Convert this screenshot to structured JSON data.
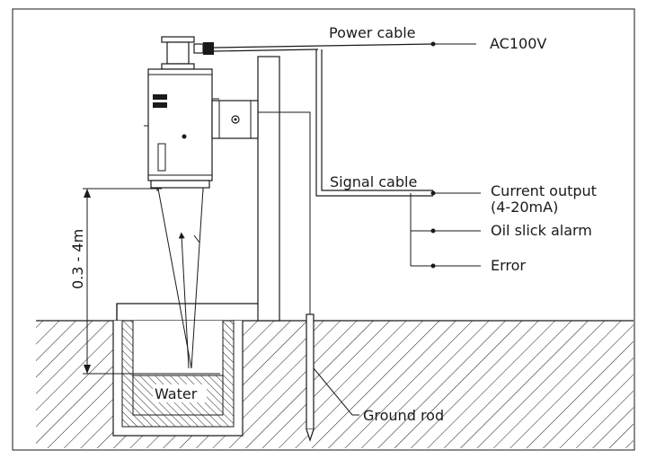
{
  "labels": {
    "power_cable": "Power cable",
    "ac": "AC100V",
    "signal_cable": "Signal cable",
    "current_output_line1": "Current output",
    "current_output_line2": "(4-20mA)",
    "oil_alarm": "Oil slick alarm",
    "error": "Error",
    "distance": "0.3 - 4m",
    "water": "Water",
    "ground_rod": "Ground rod"
  },
  "colors": {
    "line": "#1a1a1a",
    "background": "#ffffff"
  }
}
